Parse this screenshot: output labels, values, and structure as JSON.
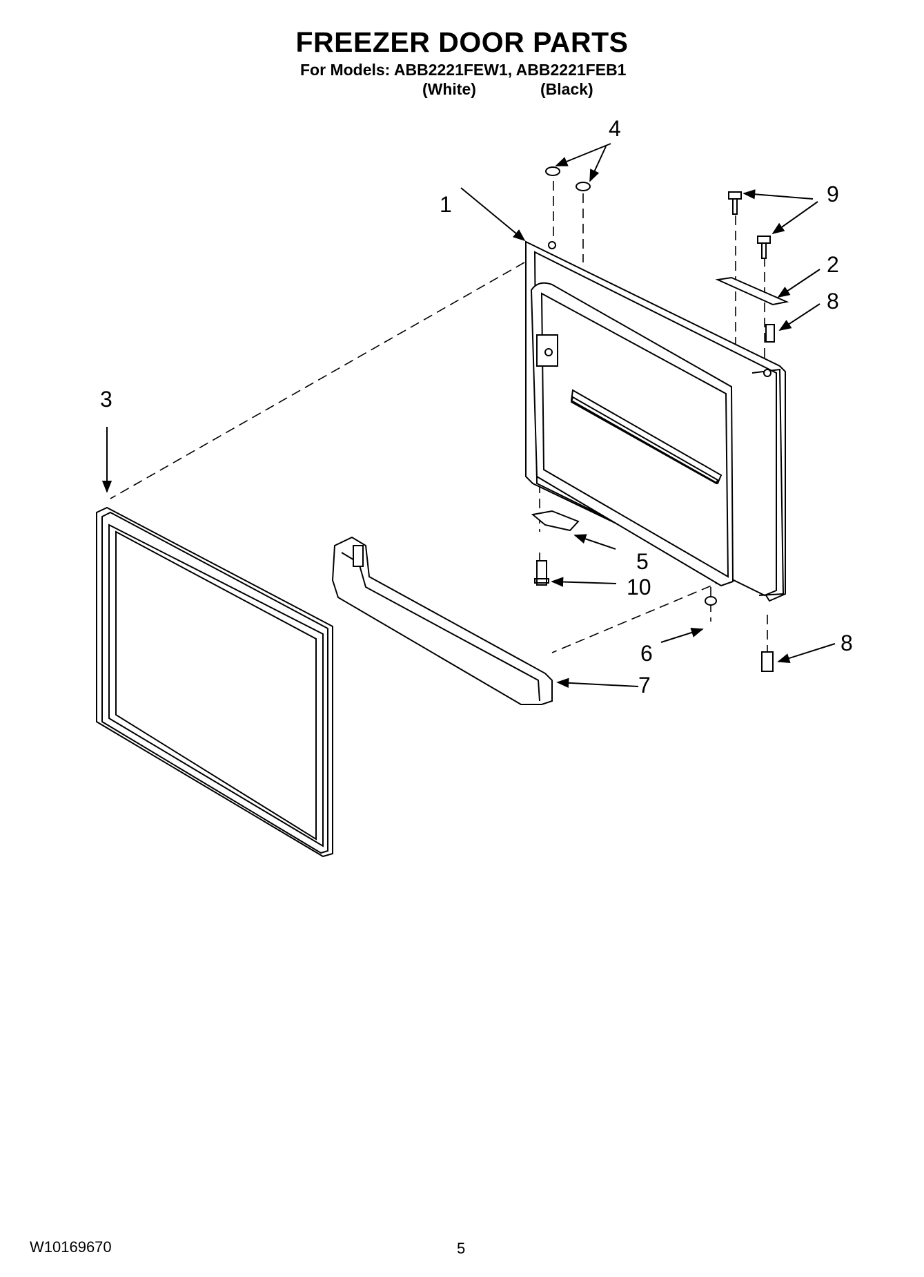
{
  "header": {
    "title": "FREEZER DOOR PARTS",
    "models": "For Models: ABB2221FEW1, ABB2221FEB1",
    "variant_white": "(White)",
    "variant_black": "(Black)"
  },
  "callouts": [
    "4",
    "1",
    "9",
    "2",
    "8",
    "3",
    "5",
    "10",
    "6",
    "8",
    "7"
  ],
  "footer": {
    "doc_number": "W10169670",
    "page_number": "5"
  }
}
